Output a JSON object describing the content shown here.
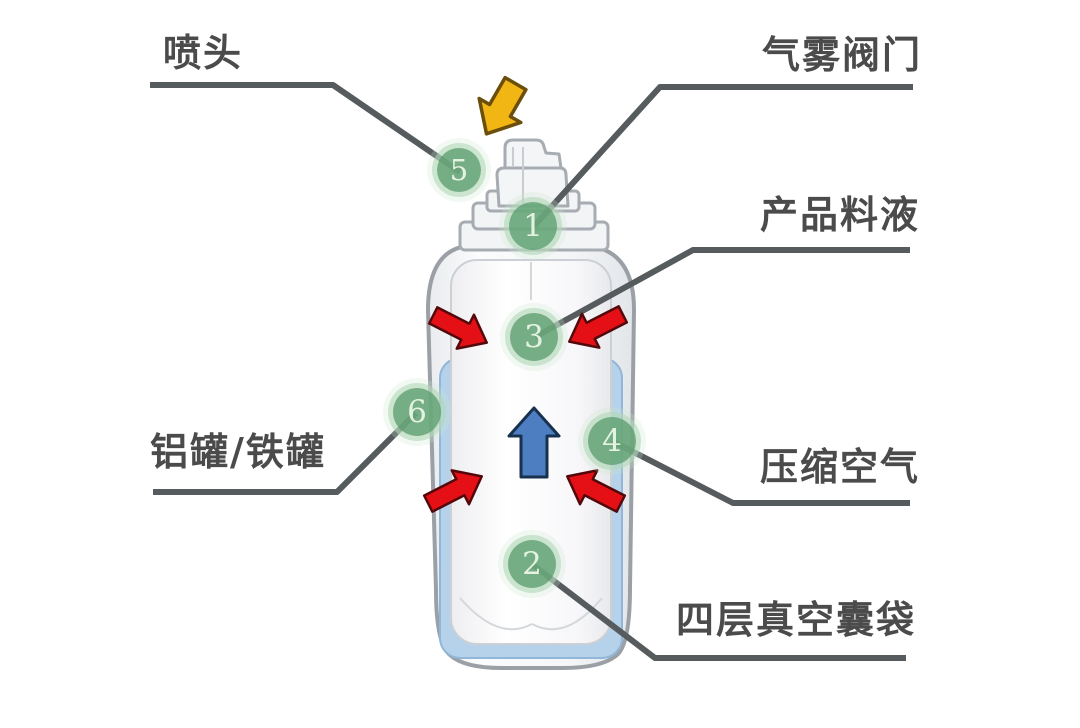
{
  "diagram": {
    "callouts": [
      {
        "number": "5",
        "label": "喷头"
      },
      {
        "number": "1",
        "label": "气雾阀门"
      },
      {
        "number": "3",
        "label": "产品料液"
      },
      {
        "number": "6",
        "label": "铝罐/铁罐"
      },
      {
        "number": "4",
        "label": "压缩空气"
      },
      {
        "number": "2",
        "label": "四层真空囊袋"
      }
    ],
    "colors": {
      "marker_green": "#69a779",
      "marker_halo": "#b0d7b7",
      "marker_number_text": "#e4f3e1",
      "label_text": "#4b4b4b",
      "callout_line": "#565b5e",
      "arrow_red": "#e50f16",
      "arrow_blue": "#4d7ec2",
      "arrow_yellow": "#f1b614",
      "compressed_air_blue": "#b5d2ea",
      "can_outline": "#9aa0a6"
    }
  }
}
